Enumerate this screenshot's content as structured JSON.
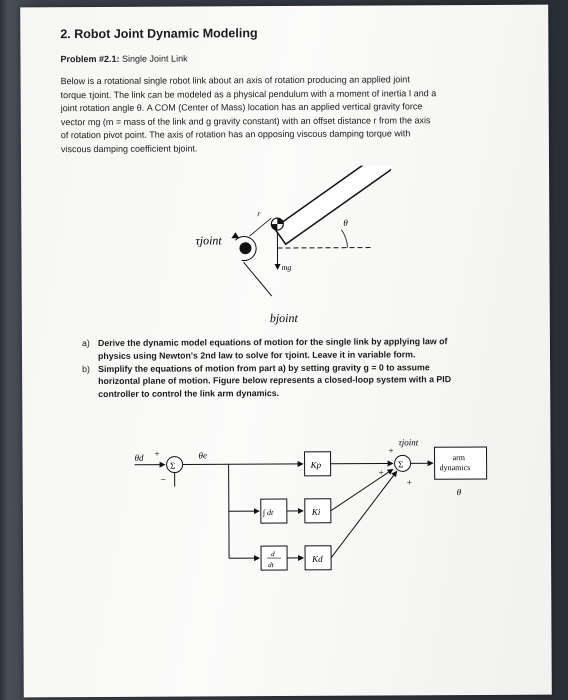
{
  "heading": "2. Robot Joint Dynamic Modeling",
  "problem": {
    "label": "Problem #2.1:",
    "title": "Single Joint Link"
  },
  "intro_lines": [
    "Below is a rotational single robot link about an axis of rotation producing an applied joint",
    "torque τjoint. The link can be modeled as a physical pendulum with a moment of inertia I and a",
    "joint rotation angle θ. A COM (Center of Mass) location has an applied vertical gravity force",
    "vector mg (m = mass of the link and g gravity constant) with an offset distance r from the axis",
    "of rotation pivot point. The axis of rotation has an opposing viscous damping torque with",
    "viscous damping coefficient bjoint."
  ],
  "figure1": {
    "tau_label": "τjoint",
    "r_label": "r",
    "theta_label": "θ",
    "mg_label": "mg",
    "b_label": "bjoint"
  },
  "tasks": [
    {
      "label": "a)",
      "lines": [
        "Derive the dynamic model equations of motion for the single link by applying law of",
        "physics using Newton's 2nd law to solve for τjoint. Leave it in variable form."
      ]
    },
    {
      "label": "b)",
      "lines": [
        "Simplify the equations of motion from part a) by setting gravity g = 0 to assume",
        "horizontal plane of motion. Figure below represents a closed-loop system with a PID",
        "controller to control the link arm dynamics."
      ]
    }
  ],
  "figure2": {
    "theta_d": "θd",
    "plus": "+",
    "minus": "−",
    "sigma": "Σ",
    "theta_e": "θe",
    "kp": "Kp",
    "ki": "Ki",
    "kd": "Kd",
    "integral": "∫ dt",
    "deriv_num": "d",
    "deriv_den": "dt",
    "tau_joint": "τjoint",
    "arm_line1": "arm",
    "arm_line2": "dynamics",
    "theta_out": "θ"
  }
}
